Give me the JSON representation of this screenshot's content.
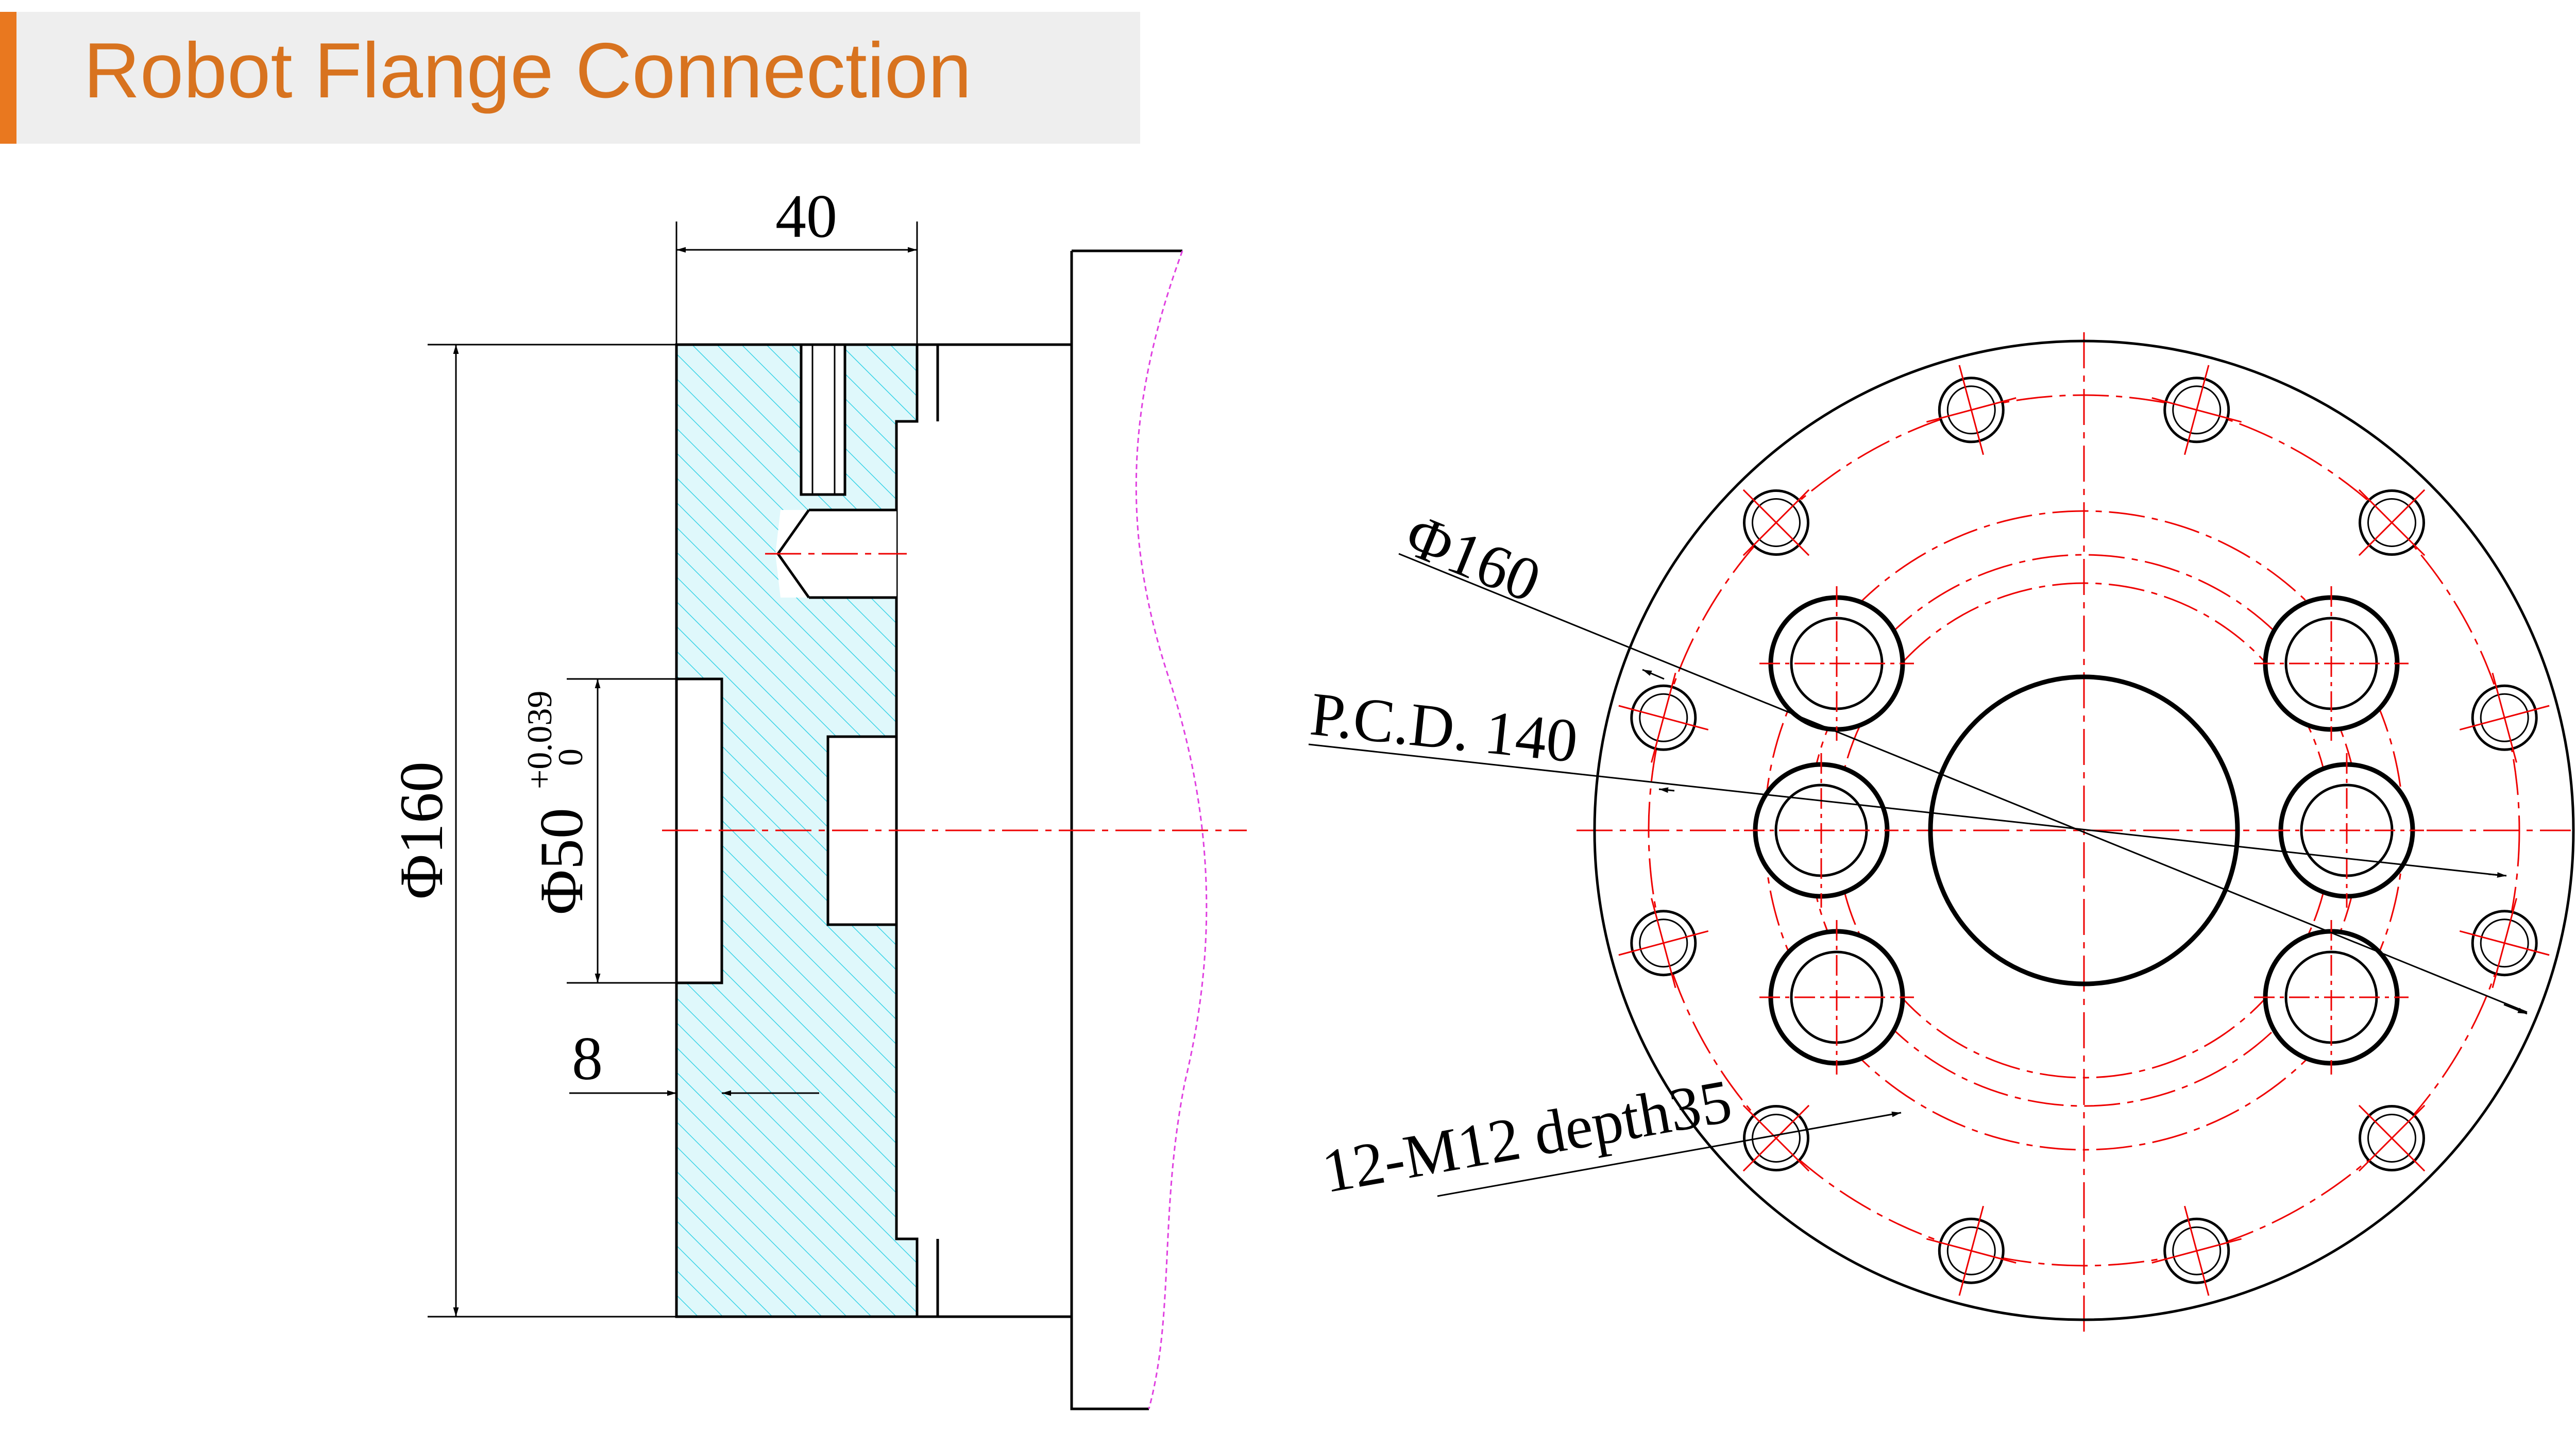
{
  "header": {
    "title": "Robot Flange Connection"
  },
  "colors": {
    "accent": "#e9781f",
    "title_text": "#d8731f",
    "header_bg": "#eeeeee",
    "hatch_fill": "#dff8fb",
    "hatch_line": "#3ad3e6",
    "center_line": "#ee0000",
    "break_line": "#e040e0",
    "line": "#000000"
  },
  "side_view": {
    "dim_width": "40",
    "dim_diameter": "Φ160",
    "dim_bore": "Φ50",
    "dim_bore_tol_upper": "+0.039",
    "dim_bore_tol_lower": "0",
    "dim_depth": "8"
  },
  "front_view": {
    "outer_diameter": "Φ160",
    "pcd": "P.C.D. 140",
    "thread_spec": "12-M12 depth35"
  }
}
